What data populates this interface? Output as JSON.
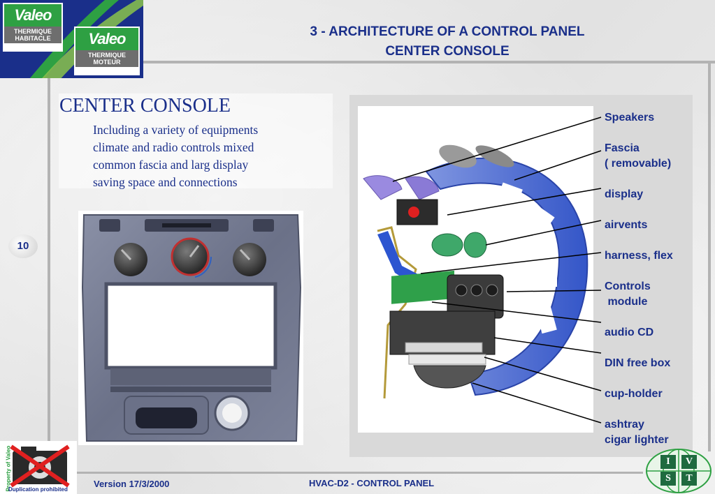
{
  "header": {
    "logo1": {
      "brand": "Valeo",
      "line1": "THERMIQUE",
      "line2": "HABITACLE"
    },
    "logo2": {
      "brand": "Valeo",
      "line1": "THERMIQUE",
      "line2": "MOTEUR"
    },
    "title_line1": "3 - ARCHITECTURE OF A CONTROL PANEL",
    "title_line2": "CENTER CONSOLE"
  },
  "page_number": "10",
  "section": {
    "title": "CENTER CONSOLE",
    "body_lines": [
      "Including a variety of equipments",
      "climate and radio controls mixed",
      "common fascia and larg display",
      "saving space and connections"
    ]
  },
  "diagram": {
    "labels": [
      "Speakers",
      "Fascia\n( removable)",
      "display",
      "airvents",
      "harness, flex",
      "Controls\n module",
      "audio CD",
      "DIN free box",
      "cup-holder",
      "ashtray\ncigar lighter"
    ]
  },
  "footer": {
    "property": "Property of Valeo",
    "duplication": "Duplication prohibited",
    "version": "Version 17/3/2000",
    "center": "HVAC-D2 - CONTROL PANEL",
    "ivst_letters": [
      "I",
      "V",
      "S",
      "T"
    ]
  },
  "colors": {
    "brand_blue": "#1a2f8a",
    "valeo_green": "#2ea043",
    "rule_gray": "#b3b3b3"
  }
}
